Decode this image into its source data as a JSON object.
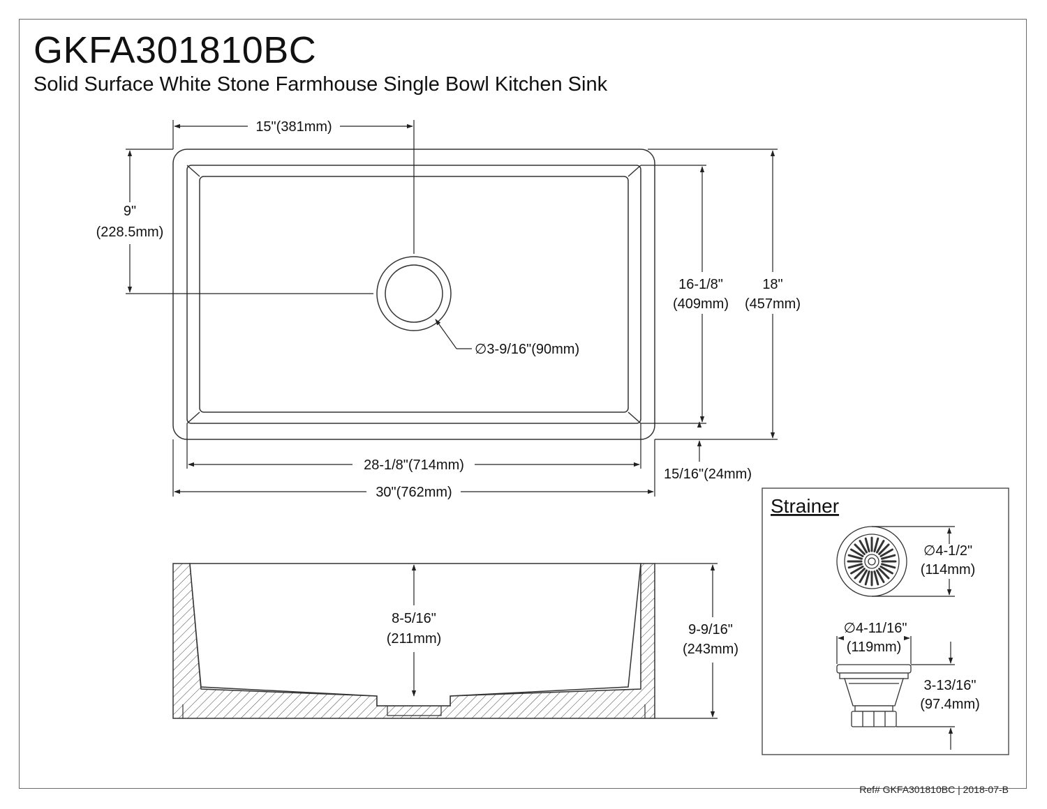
{
  "header": {
    "model": "GKFA301810BC",
    "description": "Solid Surface White Stone Farmhouse Single Bowl Kitchen Sink"
  },
  "top_view": {
    "center_width": "15\"(381mm)",
    "drain_offset_in": "9\"",
    "drain_offset_mm": "(228.5mm)",
    "bowl_depth_in": "16-1/8\"",
    "bowl_depth_mm": "(409mm)",
    "overall_depth_in": "18\"",
    "overall_depth_mm": "(457mm)",
    "drain_diameter": "∅3-9/16\"(90mm)",
    "bowl_width": "28-1/8\"(714mm)",
    "overall_width": "30\"(762mm)",
    "rim_offset": "15/16\"(24mm)"
  },
  "side_view": {
    "bowl_height_in": "8-5/16\"",
    "bowl_height_mm": "(211mm)",
    "overall_height_in": "9-9/16\"",
    "overall_height_mm": "(243mm)"
  },
  "strainer": {
    "title": "Strainer",
    "top_diameter_in": "∅4-1/2\"",
    "top_diameter_mm": "(114mm)",
    "flange_diameter_in": "∅4-11/16\"",
    "flange_diameter_mm": "(119mm)",
    "height_in": "3-13/16\"",
    "height_mm": "(97.4mm)"
  },
  "footer": {
    "ref": "Ref# GKFA301810BC | 2018-07-B"
  }
}
